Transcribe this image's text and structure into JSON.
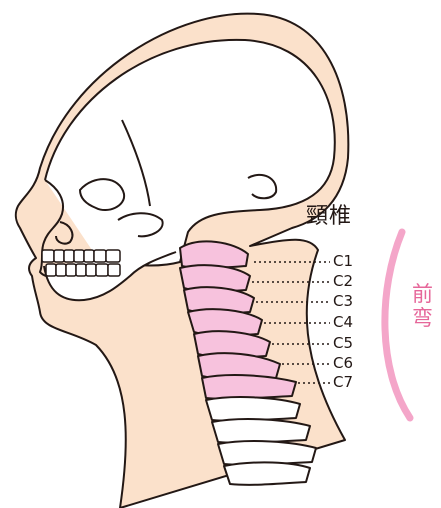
{
  "title": "頸椎",
  "vertebrae": [
    {
      "label": "C1"
    },
    {
      "label": "C2"
    },
    {
      "label": "C3"
    },
    {
      "label": "C4"
    },
    {
      "label": "C5"
    },
    {
      "label": "C6"
    },
    {
      "label": "C7"
    }
  ],
  "curve_label": [
    "前",
    "弯"
  ],
  "colors": {
    "skin": "#fbe1cb",
    "outline": "#231815",
    "cervical_vertebra": "#f7c2dd",
    "curve_arc": "#f4a6c9",
    "curve_text": "#e6679a"
  }
}
